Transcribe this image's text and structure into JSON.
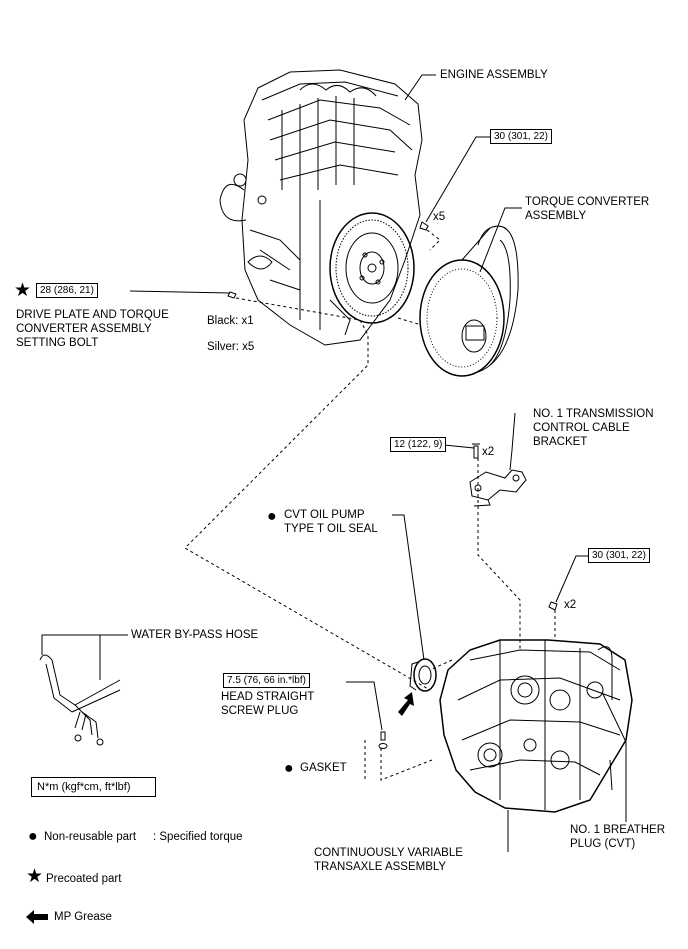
{
  "labels": {
    "engine_assembly": "ENGINE ASSEMBLY",
    "torque_converter": "TORQUE CONVERTER\nASSEMBLY",
    "drive_plate_bolt": "DRIVE PLATE AND TORQUE\nCONVERTER ASSEMBLY\nSETTING BOLT",
    "black_count": "Black: x1",
    "silver_count": "Silver: x5",
    "cable_bracket": "NO. 1 TRANSMISSION\nCONTROL CABLE\nBRACKET",
    "oil_seal": "CVT OIL PUMP\nTYPE T OIL SEAL",
    "water_hose": "WATER BY-PASS HOSE",
    "head_plug": "HEAD STRAIGHT\nSCREW PLUG",
    "gasket": "GASKET",
    "transaxle": "CONTINUOUSLY VARIABLE\nTRANSAXLE ASSEMBLY",
    "breather": "NO. 1 BREATHER\nPLUG (CVT)",
    "x5": "x5",
    "x2_bracket": "x2",
    "x2_transaxle": "x2"
  },
  "torque_boxes": {
    "engine_bolts": "30 (301, 22)",
    "drive_plate": "28 (286, 21)",
    "bracket_bolts": "12 (122, 9)",
    "transaxle_bolts": "30 (301, 22)",
    "screw_plug": "7.5 (76, 66 in.*lbf)"
  },
  "legend": {
    "unit_box": "N*m (kgf*cm, ft*lbf)",
    "non_reusable": "Non-reusable part",
    "specified_torque": ": Specified torque",
    "precoated": "Precoated part",
    "mp_grease": "MP Grease"
  },
  "icons": {
    "non_reusable": "filled-circle-icon",
    "precoated": "star-icon",
    "grease": "arrow-left-icon"
  }
}
